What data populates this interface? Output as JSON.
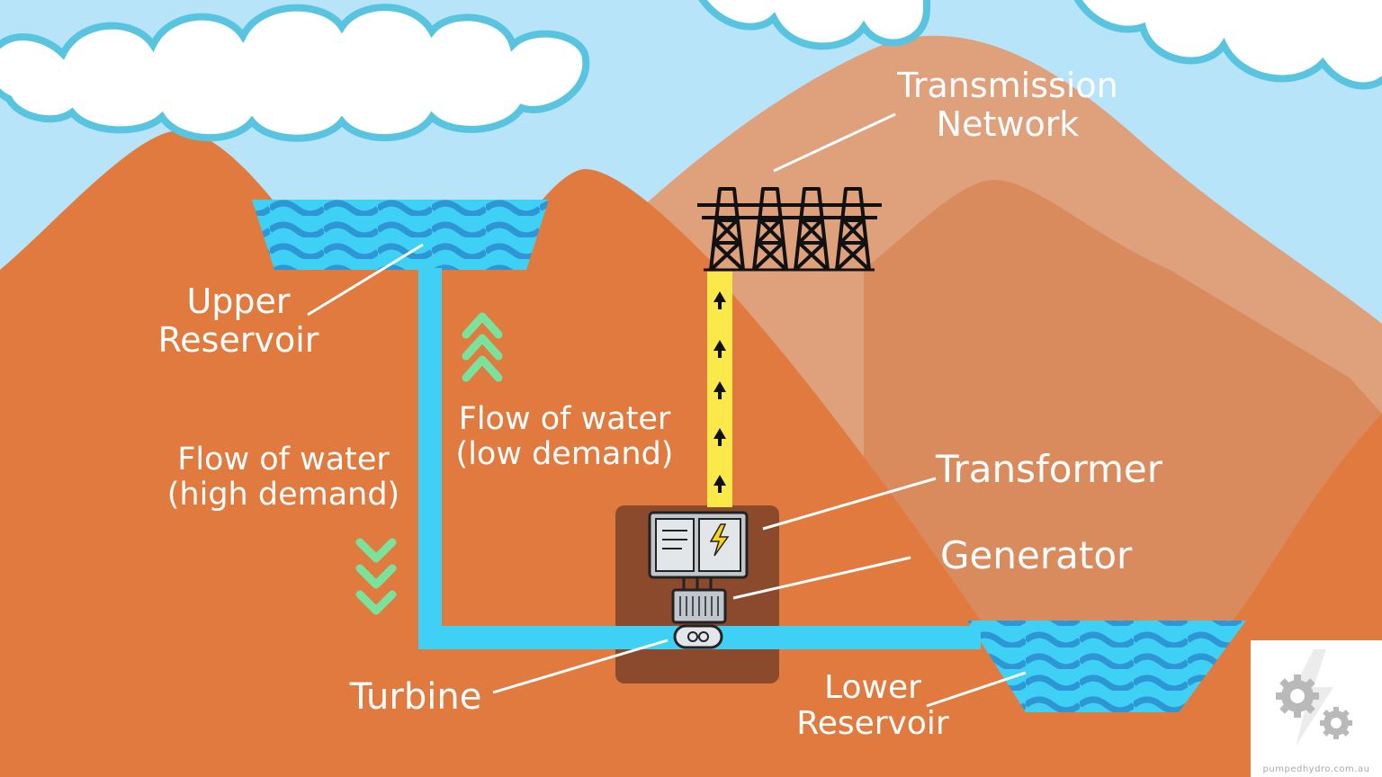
{
  "labels": {
    "upper_reservoir": [
      "Upper",
      "Reservoir"
    ],
    "transmission_network": [
      "Transmission",
      "Network"
    ],
    "flow_high": [
      "Flow of water",
      "(high demand)"
    ],
    "flow_low": [
      "Flow of water",
      "(low demand)"
    ],
    "transformer": "Transformer",
    "generator": "Generator",
    "turbine": "Turbine",
    "lower_reservoir": [
      "Lower",
      "Reservoir"
    ]
  },
  "watermark": {
    "text": "pumpedhydro.com.au",
    "icon": "gears-lightning-icon"
  },
  "colors": {
    "sky": "#b8e4fa",
    "ground": "#e07a3e",
    "far_mountain": "#dfa07c",
    "water": "#3ed1f5",
    "wave": "#2f96d6",
    "cable": "#fbe94b",
    "flow_arrow": "#7be29c",
    "powerhouse": "#8b4a2b"
  }
}
